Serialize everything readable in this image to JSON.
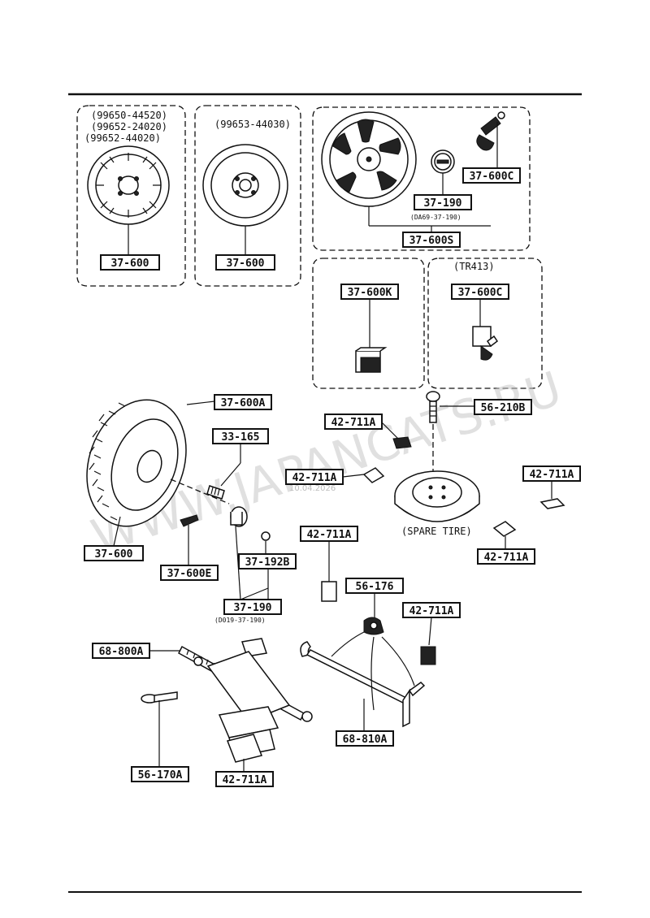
{
  "wheels": {
    "alloy_codes": [
      "(99650-44520)",
      "(99652-24020)",
      "(99652-44020)"
    ],
    "steel_code": "(99653-44030)",
    "alloy_part": "37-600",
    "steel_part": "37-600",
    "cover_part": "37-600S",
    "cap_part": "37-190",
    "cap_sub": "(DA69-37-190)",
    "valve_part": "37-600C"
  },
  "weight_box": {
    "part": "37-600K"
  },
  "valve_box": {
    "variant": "(TR413)",
    "part": "37-600C"
  },
  "lower": {
    "tire_part": "37-600A",
    "wheel_part": "37-600",
    "stud_part": "33-165",
    "weight_part": "37-600E",
    "nut_part": "37-192B",
    "ornament_part": "37-190",
    "ornament_sub": "(D019-37-190)",
    "bolt_part": "56-210B",
    "spare_label": "(SPARE TIRE)",
    "pad_labels": [
      "42-711A",
      "42-711A",
      "42-711A",
      "42-711A",
      "42-711A",
      "42-711A",
      "42-711A"
    ],
    "clip_part": "56-176",
    "jack_part": "68-800A",
    "handle_part": "68-810A",
    "jack_bolt_part": "56-170A"
  },
  "watermark": {
    "text": "WWW.JAPANCATS.RU",
    "code": "10.04.2026"
  }
}
